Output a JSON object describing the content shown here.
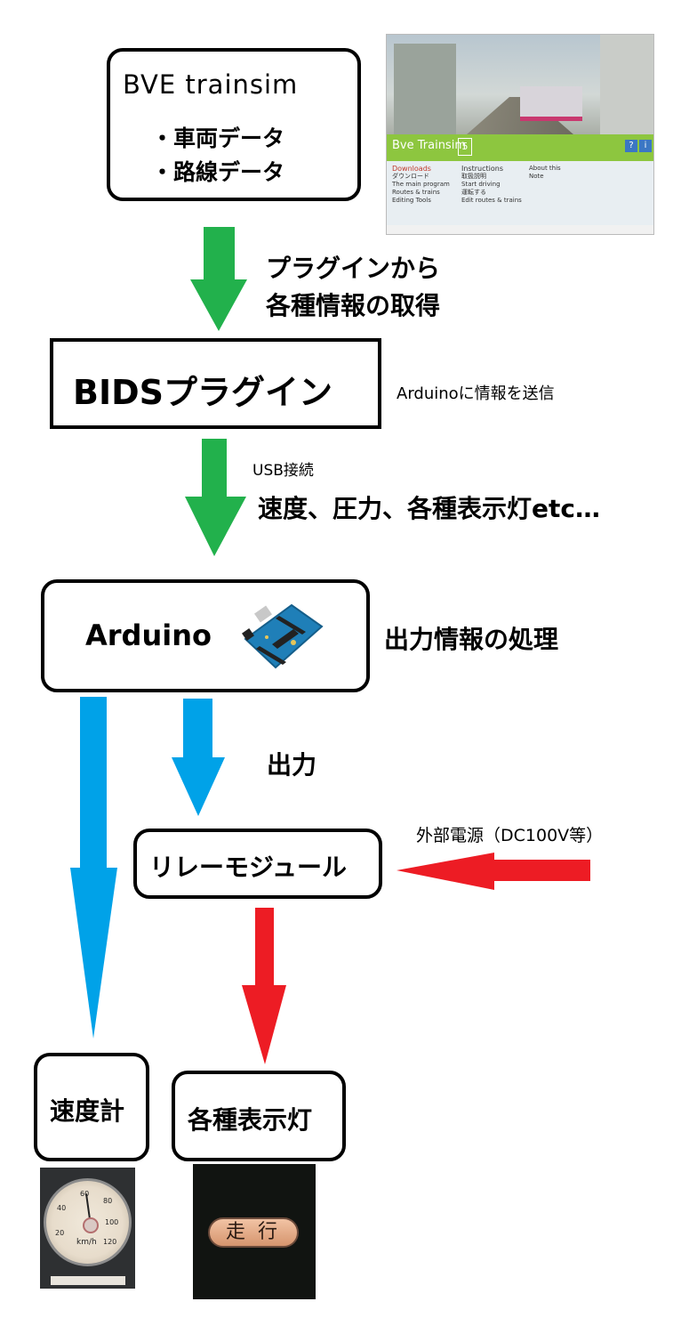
{
  "bve_box": {
    "title": "BVE trainsim",
    "items": [
      "・車両データ",
      "・路線データ"
    ]
  },
  "bve_screenshot": {
    "banner_title": "Bve Trainsim",
    "banner_version": "5",
    "menu": [
      {
        "title": "Downloads",
        "sub": "ダウンロード"
      },
      {
        "title": "The main program",
        "sub": ""
      },
      {
        "title": "Routes & trains",
        "sub": ""
      },
      {
        "title": "Editing Tools",
        "sub": ""
      },
      {
        "title": "Instructions",
        "sub": "取扱説明"
      },
      {
        "title": "Start driving",
        "sub": "運転する"
      },
      {
        "title": "Edit routes & trains",
        "sub": ""
      },
      {
        "title": "Note",
        "sub": ""
      },
      {
        "title": "About this",
        "sub": ""
      }
    ]
  },
  "arrow1_label": [
    "プラグインから",
    "各種情報の取得"
  ],
  "bids_box": {
    "title": "BIDSプラグイン"
  },
  "bids_note": "Arduinoに情報を送信",
  "usb_label": "USB接続",
  "data_label": "速度、圧力、各種表示灯etc…",
  "arduino_box": {
    "title": "Arduino"
  },
  "arduino_note": "出力情報の処理",
  "output_label": "出力",
  "relay_box": {
    "title": "リレーモジュール"
  },
  "power_label": "外部電源（DC100V等）",
  "speedometer_box": {
    "title": "速度計"
  },
  "indicator_box": {
    "title": "各種表示灯"
  },
  "speedometer_photo": {
    "ticks": [
      "20",
      "40",
      "60",
      "80",
      "100",
      "120"
    ],
    "unit": "km/h"
  },
  "indicator_photo": {
    "lamp_text": "走行"
  },
  "colors": {
    "green": "#22b14c",
    "blue": "#00a2e8",
    "red": "#ed1c24"
  }
}
